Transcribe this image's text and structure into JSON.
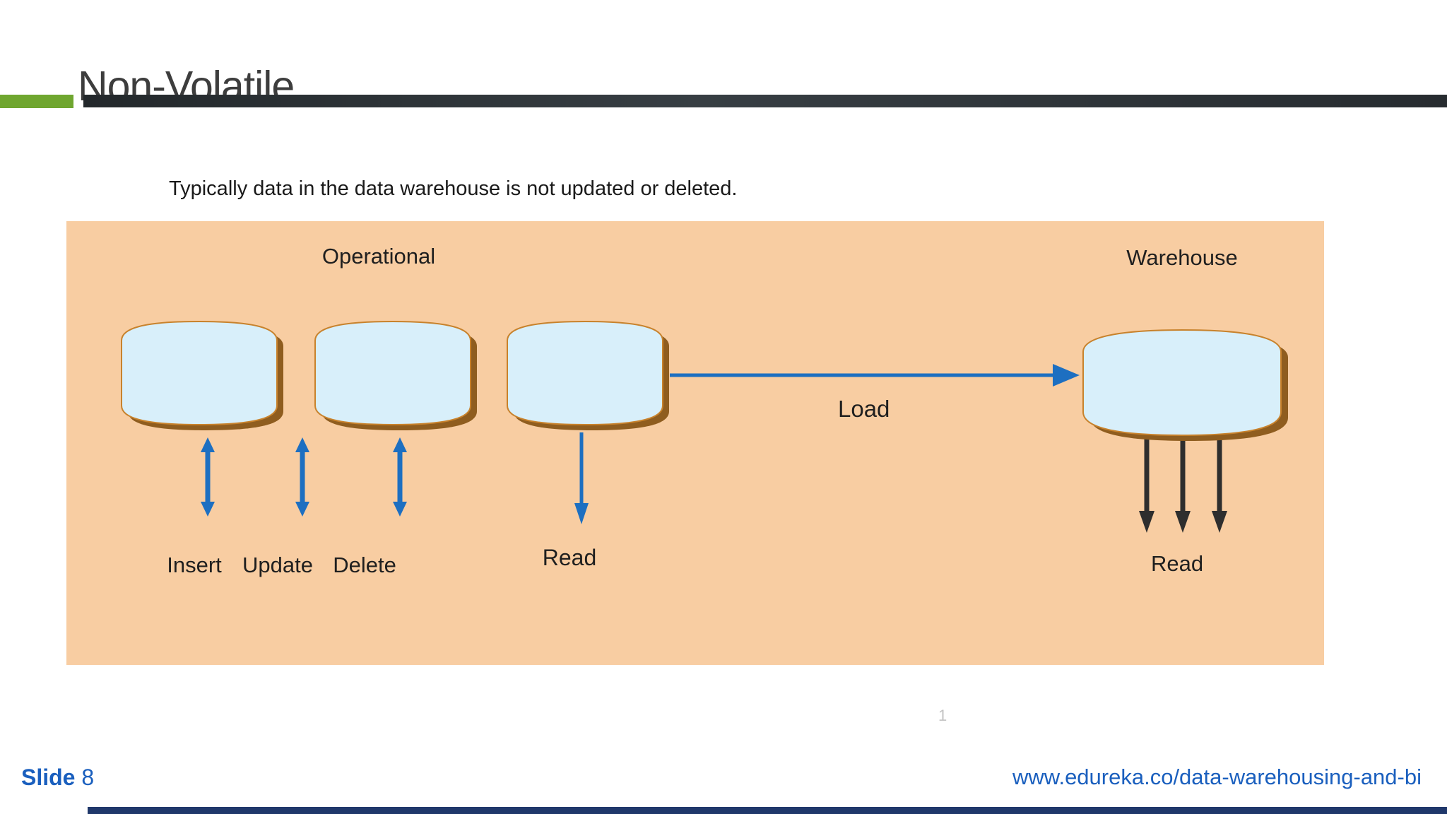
{
  "slide": {
    "title": "Non-Volatile",
    "subtitle": "Typically data in the data warehouse is not updated or deleted.",
    "watermark": "1",
    "footer": {
      "slide_label": "Slide",
      "slide_number": "8",
      "url": "www.edureka.co/data-warehousing-and-bi"
    }
  },
  "diagram": {
    "operational_label": "Operational",
    "warehouse_label": "Warehouse",
    "load_label": "Load",
    "read_source_label": "Read",
    "read_warehouse_label": "Read",
    "crud_labels": [
      "Insert",
      "Update",
      "Delete"
    ],
    "colors": {
      "panel_background": "#F8CDA2",
      "cylinder_fill": "#D8EFFA",
      "cylinder_border": "#C8822C",
      "cylinder_shadow": "#8F5D1F",
      "arrow_blue": "#1D6FC1",
      "arrow_dark": "#2E2E2E",
      "accent_green": "#6FA62F",
      "header_bar": "#2B3136",
      "title_text": "#3D3D3D",
      "footer_blue": "#1A5FBE",
      "bottom_bar_navy": "#20386B"
    }
  }
}
